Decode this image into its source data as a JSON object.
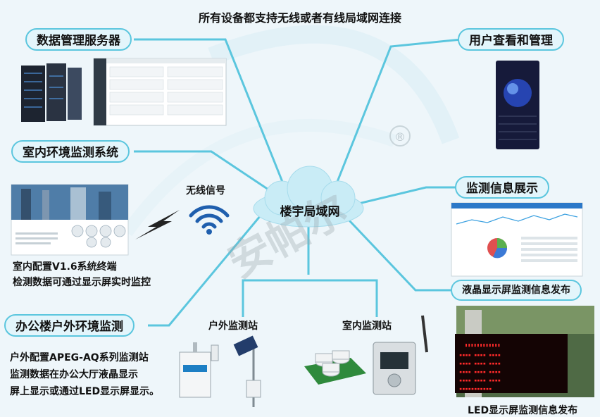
{
  "title": "所有设备都支持无线或者有线局域网连接",
  "center": {
    "label": "楼宇局域网"
  },
  "wireless": {
    "label": "无线信号"
  },
  "watermark": {
    "text": "安帕尔",
    "mark": "®"
  },
  "nodes": {
    "data_server": {
      "label": "数据管理服务器"
    },
    "indoor_system": {
      "label": "室内环境监测系统"
    },
    "office_outdoor": {
      "label": "办公楼户外环境监测"
    },
    "user_view": {
      "label": "用户查看和管理"
    },
    "monitor_display": {
      "label": "监测信息展示"
    },
    "lcd_publish": {
      "label": "液晶显示屏监测信息发布"
    },
    "led_publish": {
      "label": "LED显示屏监测信息发布"
    },
    "outdoor_station": {
      "label": "户外监测站"
    },
    "indoor_station": {
      "label": "室内监测站"
    }
  },
  "notes": {
    "indoor": [
      "室内配置V1.6系统终端",
      "检测数据可通过显示屏实时监控"
    ],
    "outdoor": [
      "户外配置APEG-AQ系列监测站",
      "监测数据在办公大厅液晶显示",
      "屏上显示或通过LED显示屏显示。"
    ]
  },
  "colors": {
    "line": "#5bc6de",
    "pill_border": "#5bc6de",
    "pill_fill": "#e3f5fb",
    "cloud": "#c9ecf6",
    "led_bg": "#140404",
    "led_text": "#ff2a2a"
  }
}
